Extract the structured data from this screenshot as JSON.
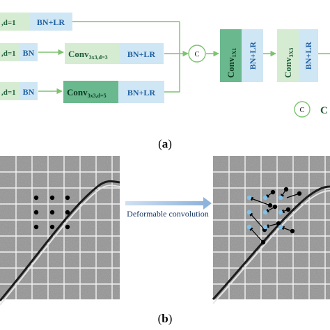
{
  "part_a": {
    "caption_open": "(",
    "caption_letter": "a",
    "caption_close": ")",
    "rows": [
      {
        "left_fragment": ",d=1",
        "bn_label": "BN+LR"
      },
      {
        "left_fragment": ",d=1",
        "bn_label": "BN",
        "conv_main": "Conv",
        "conv_sub": "3x3,d=3",
        "bnlr_label": "BN+LR"
      },
      {
        "left_fragment": ",d=1",
        "bn_label": "BN",
        "conv_main": "Conv",
        "conv_sub": "3x3,d=5",
        "bnlr_label": "BN+LR"
      }
    ],
    "concat_symbol": "C",
    "block1": {
      "conv_main": "Conv",
      "conv_sub": "1X1",
      "bnlr_label": "BN+LR"
    },
    "block2": {
      "conv_main": "Conv",
      "conv_sub": "3X3",
      "bnlr_label": "BN+LR"
    },
    "legend": {
      "symbol": "C",
      "text": "C"
    }
  },
  "part_b": {
    "caption_open": "(",
    "caption_letter": "b",
    "caption_close": ")",
    "arrow_label": "Deformable convolution"
  },
  "colors": {
    "light_green": "#d5ecd2",
    "mid_green": "#b9dfb5",
    "dark_green": "#6ab88d",
    "light_blue": "#cfe6f5",
    "line_green": "#7cc36f",
    "arrow_blue": "#8fb4dc",
    "dot_blue": "#7fc1e8"
  }
}
